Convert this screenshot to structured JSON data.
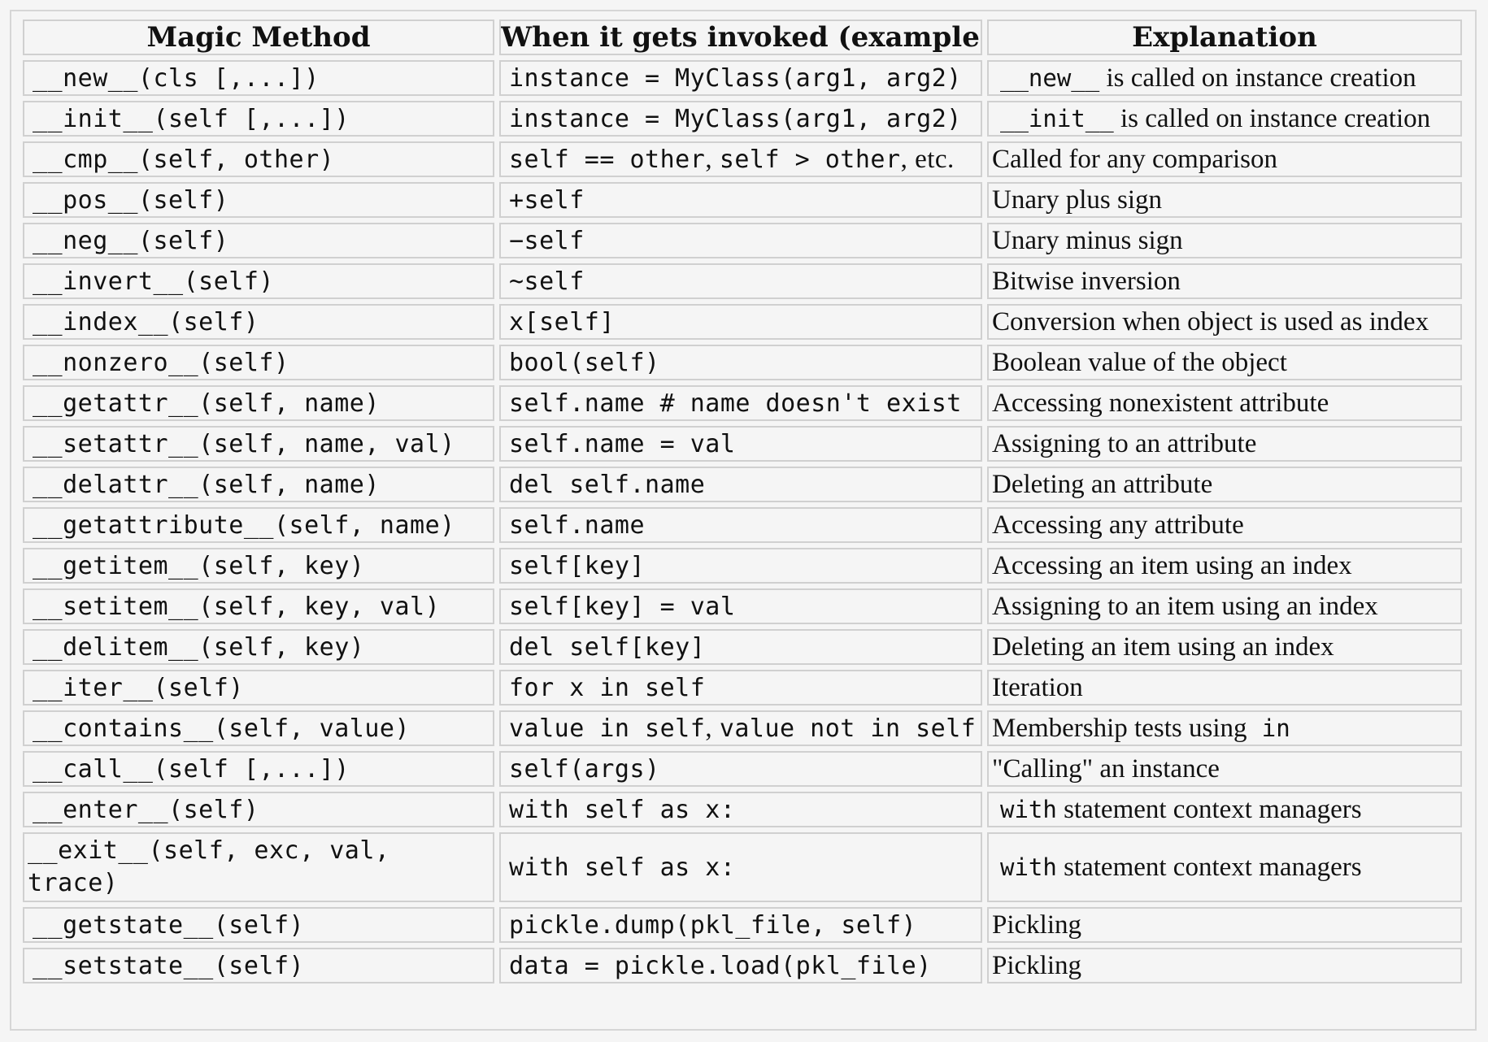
{
  "table": {
    "headers": [
      "Magic Method",
      "When it gets invoked (example)",
      "Explanation"
    ],
    "rows": [
      {
        "method": "__new__(cls [,...])",
        "invoked": "instance = MyClass(arg1, arg2)",
        "explanation": [
          "__new__",
          " is called on instance creation"
        ]
      },
      {
        "method": "__init__(self [,...])",
        "invoked": "instance = MyClass(arg1, arg2)",
        "explanation": [
          "__init__",
          " is called on instance creation"
        ]
      },
      {
        "method": "__cmp__(self, other)",
        "invoked": [
          "self == other",
          ", ",
          "self > other",
          ", etc."
        ],
        "explanation": "Called for any comparison"
      },
      {
        "method": "__pos__(self)",
        "invoked": "+self",
        "explanation": "Unary plus sign"
      },
      {
        "method": "__neg__(self)",
        "invoked": "−self",
        "explanation": "Unary minus sign"
      },
      {
        "method": "__invert__(self)",
        "invoked": "~self",
        "explanation": "Bitwise inversion"
      },
      {
        "method": "__index__(self)",
        "invoked": "x[self]",
        "explanation": "Conversion when object is used as index"
      },
      {
        "method": "__nonzero__(self)",
        "invoked": "bool(self)",
        "explanation": "Boolean value of the object"
      },
      {
        "method": "__getattr__(self, name)",
        "invoked": "self.name # name doesn't exist",
        "explanation": "Accessing nonexistent attribute"
      },
      {
        "method": "__setattr__(self, name, val)",
        "invoked": "self.name = val",
        "explanation": "Assigning to an attribute"
      },
      {
        "method": "__delattr__(self, name)",
        "invoked": "del self.name",
        "explanation": "Deleting an attribute"
      },
      {
        "method": "__getattribute__(self, name)",
        "invoked": "self.name",
        "explanation": "Accessing any attribute"
      },
      {
        "method": "__getitem__(self, key)",
        "invoked": "self[key]",
        "explanation": "Accessing an item using an index"
      },
      {
        "method": "__setitem__(self, key, val)",
        "invoked": "self[key] = val",
        "explanation": "Assigning to an item using an index"
      },
      {
        "method": "__delitem__(self, key)",
        "invoked": "del self[key]",
        "explanation": "Deleting an item using an index"
      },
      {
        "method": "__iter__(self)",
        "invoked": "for x in self",
        "explanation": "Iteration"
      },
      {
        "method": "__contains__(self, value)",
        "invoked": [
          "value in self",
          ", ",
          "value not in self"
        ],
        "explanation": [
          "Membership tests using ",
          "in"
        ]
      },
      {
        "method": "__call__(self [,...])",
        "invoked": "self(args)",
        "explanation": "\"Calling\" an instance"
      },
      {
        "method": "__enter__(self)",
        "invoked": "with self as x:",
        "explanation": [
          "with",
          " statement context managers"
        ]
      },
      {
        "method": "__exit__(self, exc, val, trace)",
        "invoked": "with self as x:",
        "explanation": [
          "with",
          " statement context managers"
        ]
      },
      {
        "method": "__getstate__(self)",
        "invoked": "pickle.dump(pkl_file, self)",
        "explanation": "Pickling"
      },
      {
        "method": "__setstate__(self)",
        "invoked": "data = pickle.load(pkl_file)",
        "explanation": "Pickling"
      }
    ]
  }
}
